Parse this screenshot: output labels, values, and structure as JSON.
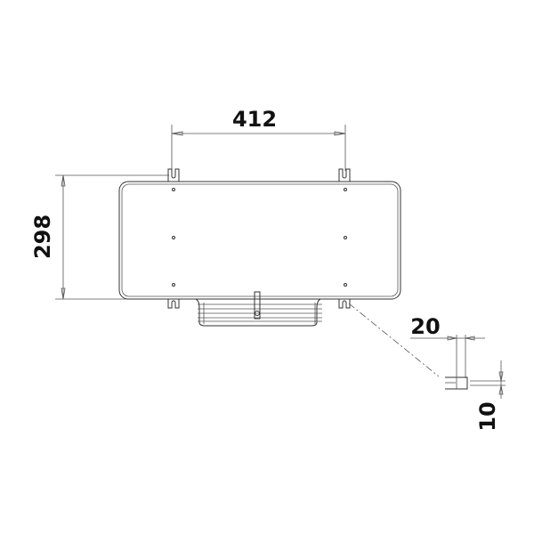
{
  "drawing": {
    "width_dimension": "412",
    "height_dimension": "298",
    "detail_width_dimension": "20",
    "detail_height_dimension": "10"
  }
}
